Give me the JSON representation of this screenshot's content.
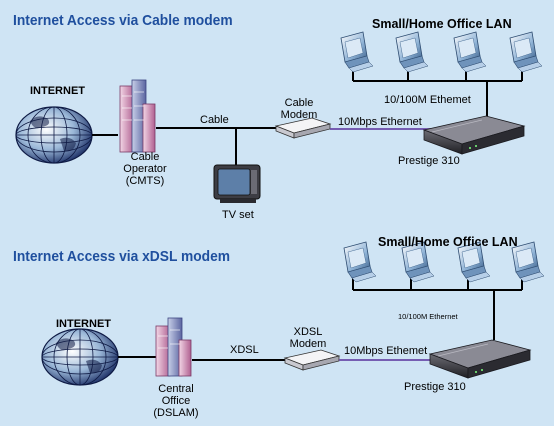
{
  "cable_section": {
    "title": "Internet Access via Cable modem",
    "lan_title": "Small/Home Office LAN",
    "internet_label": "INTERNET",
    "operator_lines": [
      "Cable",
      "Operator",
      "(CMTS)"
    ],
    "cable_label": "Cable",
    "modem_lines": [
      "Cable",
      "Modem"
    ],
    "ethernet_lan_label": "10/100M Ethemet",
    "ethernet_link_label": "10Mbps Ethernet",
    "router_label": "Prestige 310",
    "tv_label": "TV set"
  },
  "dsl_section": {
    "title": "Internet Access via xDSL modem",
    "lan_title": "Small/Home Office LAN",
    "internet_label": "INTERNET",
    "office_lines": [
      "Central",
      "Office",
      "(DSLAM)"
    ],
    "xdsl_label": "XDSL",
    "modem_lines": [
      "XDSL",
      "Modem"
    ],
    "ethernet_lan_label": "10/100M Ethernet",
    "ethernet_link_label": "10Mbps Ethemet",
    "router_label": "Prestige 310"
  },
  "colors": {
    "background": "#cfe4f4",
    "title": "#1f4f9e",
    "link_line": "#6a4aa8",
    "wire": "#000000"
  }
}
